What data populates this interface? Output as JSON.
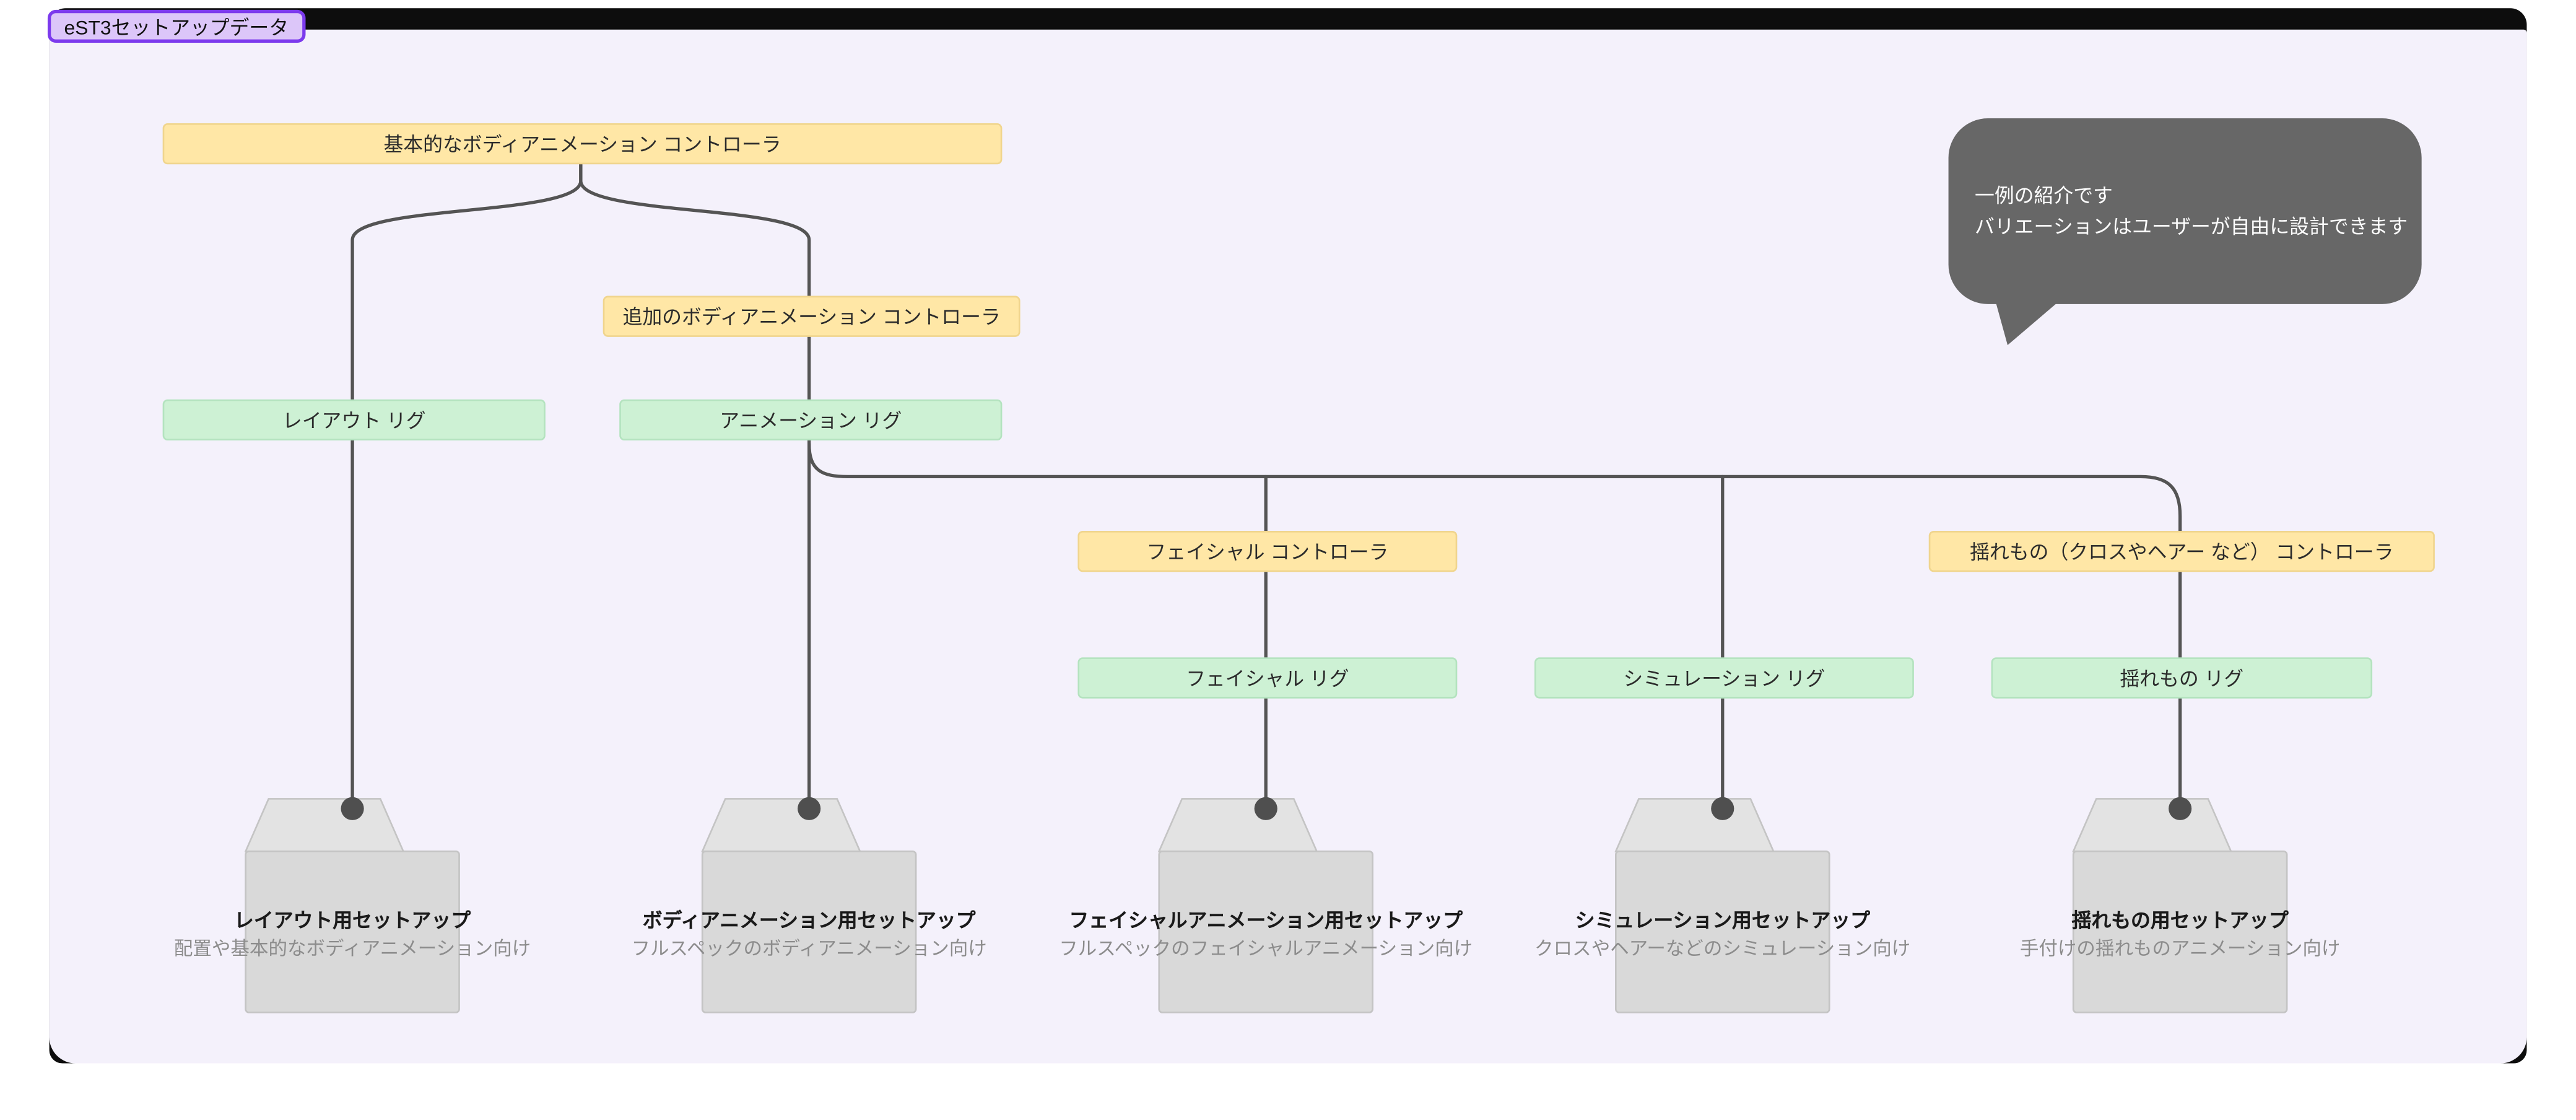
{
  "header": {
    "badge_label": "eST3セットアップデータ"
  },
  "diagram": {
    "nodes": {
      "basic_controller": "基本的なボディアニメーション コントローラ",
      "additional_controller": "追加のボディアニメーション コントローラ",
      "layout_rig": "レイアウト リグ",
      "animation_rig": "アニメーション リグ",
      "facial_controller": "フェイシャル コントローラ",
      "yuremono_controller": "揺れもの（クロスやヘアー など） コントローラ",
      "facial_rig": "フェイシャル リグ",
      "simulation_rig": "シミュレーション リグ",
      "yuremono_rig": "揺れもの リグ"
    },
    "callout": {
      "line1": "一例の紹介です",
      "line2": "バリエーションはユーザーが自由に設計できます"
    },
    "packages": [
      {
        "title": "レイアウト用セットアップ",
        "subtitle": "配置や基本的なボディアニメーション向け"
      },
      {
        "title": "ボディアニメーション用セットアップ",
        "subtitle": "フルスペックのボディアニメーション向け"
      },
      {
        "title": "フェイシャルアニメーション用セットアップ",
        "subtitle": "フルスペックのフェイシャルアニメーション向け"
      },
      {
        "title": "シミュレーション用セットアップ",
        "subtitle": "クロスやヘアーなどのシミュレーション向け"
      },
      {
        "title": "揺れもの用セットアップ",
        "subtitle": "手付けの揺れものアニメーション向け"
      }
    ]
  },
  "colors": {
    "background": "#f4f1fb",
    "frame": "#0d0d0d",
    "controller_fill": "#ffe7a6",
    "rig_fill": "#cdf1d4",
    "line": "#545454",
    "package_fill": "#d9d9d9",
    "bubble_fill": "#676767",
    "badge_fill": "#dcc6f9",
    "badge_border": "#7c3aed"
  }
}
